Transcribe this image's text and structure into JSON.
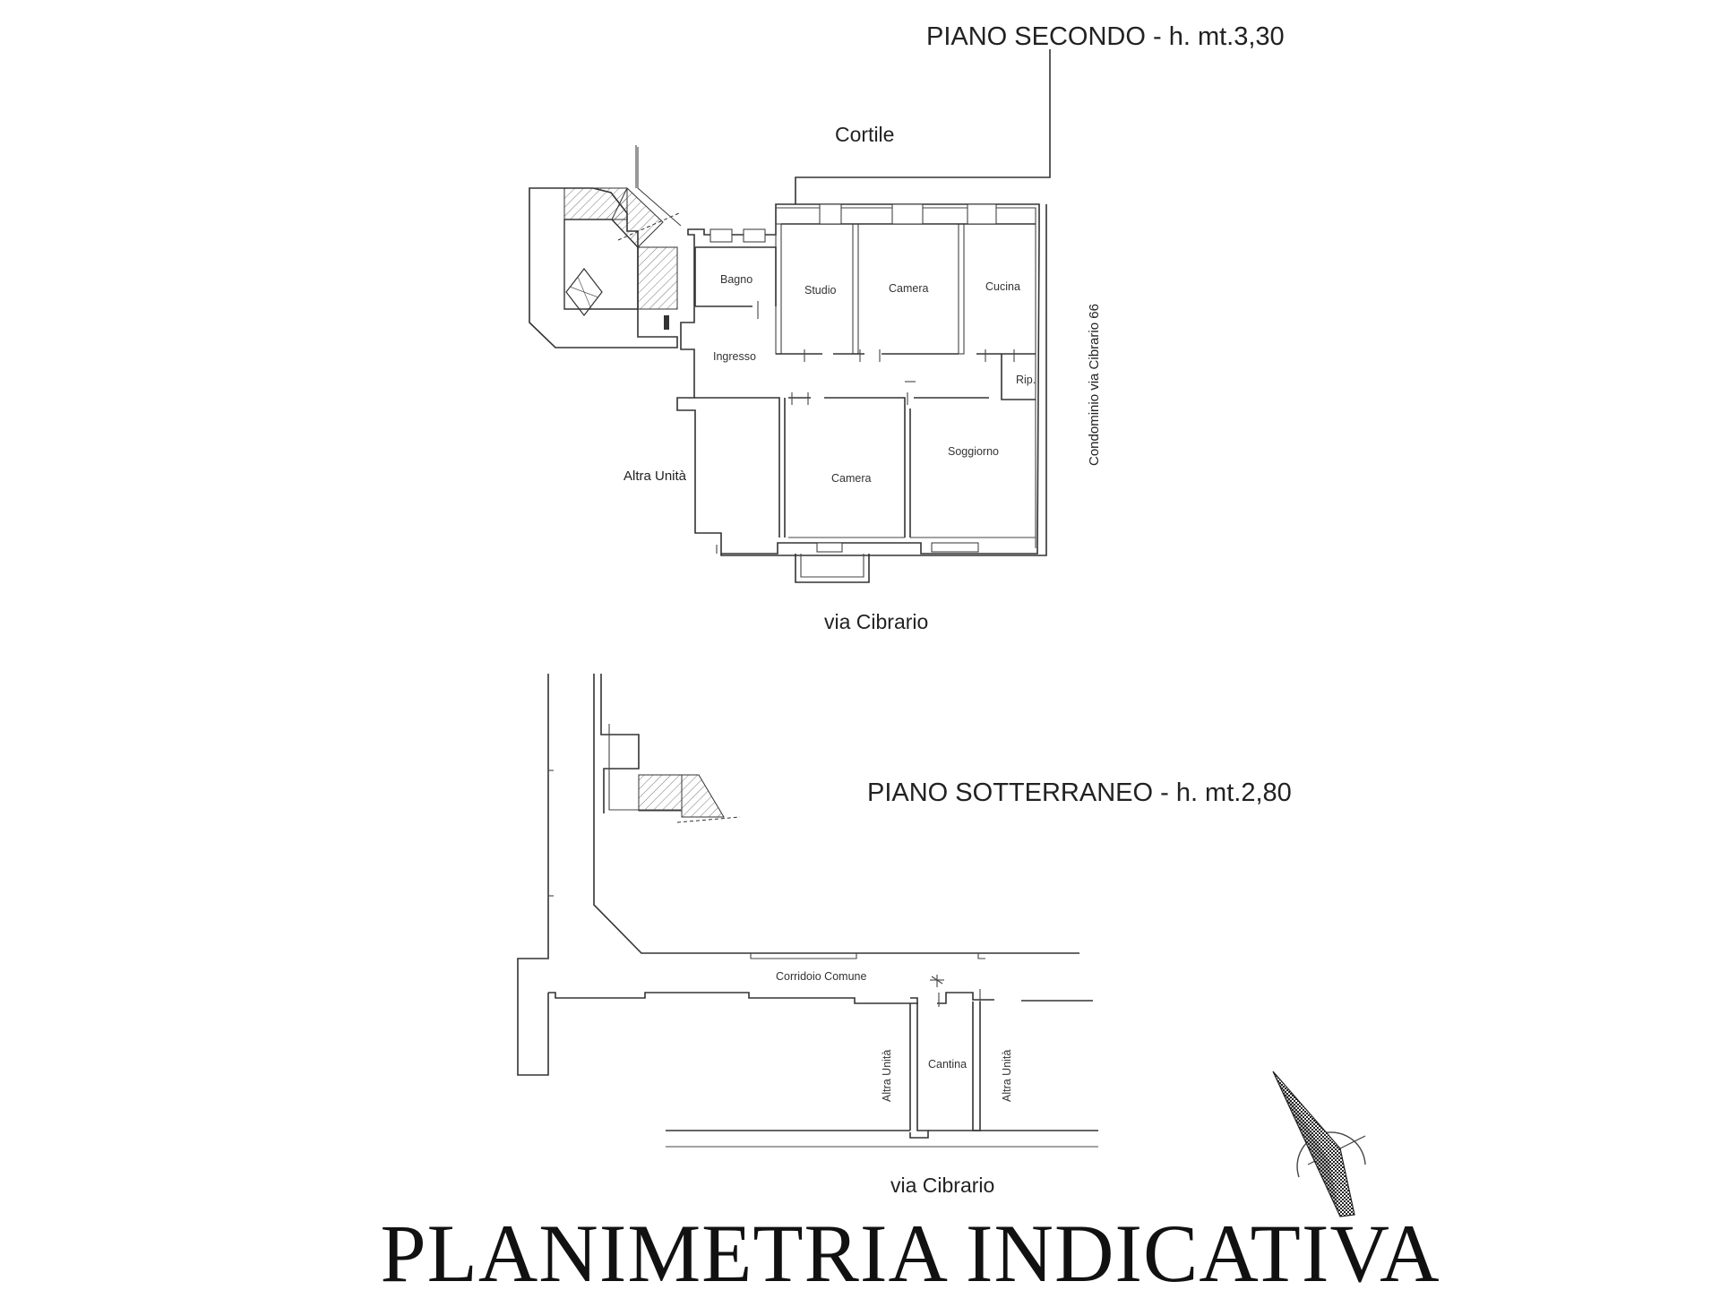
{
  "title": "PLANIMETRIA INDICATIVA",
  "upper_floor": {
    "heading": "PIANO SECONDO - h. mt.3,30",
    "courtyard": "Cortile",
    "neighbor_building": "Condominio via Cibrario 66",
    "other_unit": "Altra Unità",
    "street": "via Cibrario",
    "rooms": {
      "bagno": "Bagno",
      "studio": "Studio",
      "camera_north": "Camera",
      "cucina": "Cucina",
      "ingresso": "Ingresso",
      "ripostiglio": "Rip.",
      "soggiorno": "Soggiorno",
      "camera_south": "Camera"
    }
  },
  "basement": {
    "heading": "PIANO SOTTERRANEO - h. mt.2,80",
    "corridor": "Corridoio Comune",
    "cellar": "Cantina",
    "other_unit_left": "Altra Unità",
    "other_unit_right": "Altra Unità",
    "street": "via Cibrario"
  },
  "north_arrow_icon": "north-arrow-icon"
}
